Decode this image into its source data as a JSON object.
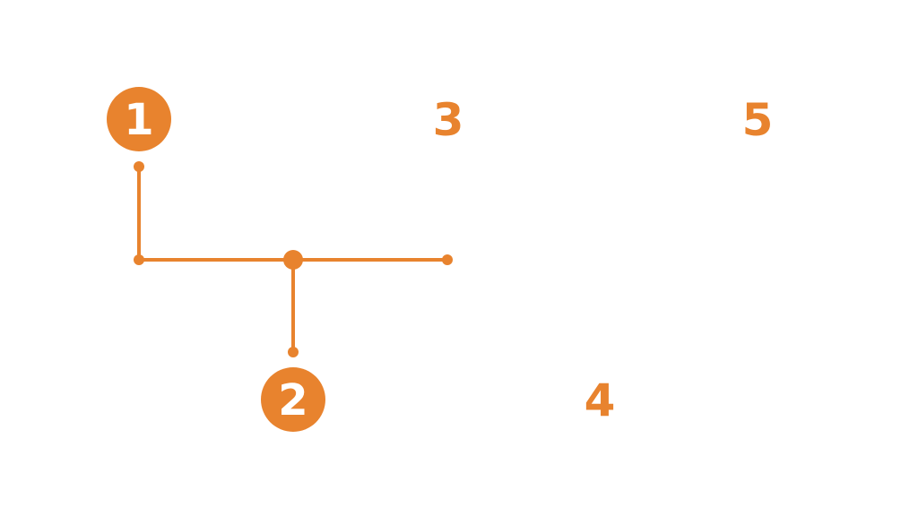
{
  "theme": {
    "accent": "#E8832E",
    "background": "#FFFFFF",
    "badge_text_color": "#FFFFFF"
  },
  "steps": [
    {
      "number": "1",
      "state": "active"
    },
    {
      "number": "2",
      "state": "active"
    },
    {
      "number": "3",
      "state": "pending"
    },
    {
      "number": "4",
      "state": "pending"
    },
    {
      "number": "5",
      "state": "pending"
    }
  ]
}
